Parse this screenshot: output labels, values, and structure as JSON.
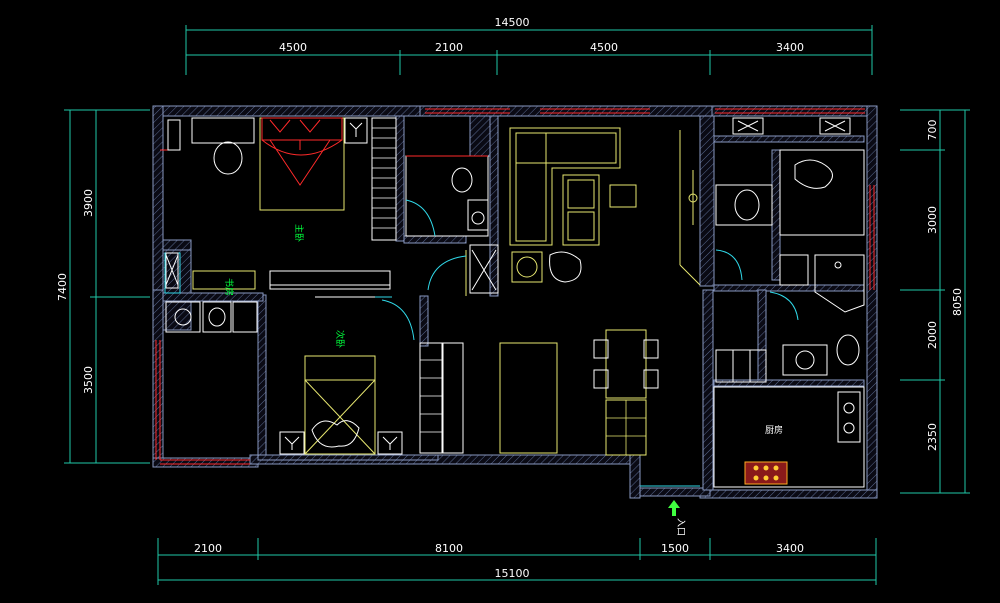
{
  "colors": {
    "background": "#000000",
    "dimension_line": "#1fc8a8",
    "dimension_text": "#ffffff",
    "wall": "#8898c0",
    "furniture": "#e8e870",
    "room_label": "#00ff3c",
    "window_red": "#ff2a2a",
    "door_cyan": "#30d8e8"
  },
  "dimensions": {
    "top_total": "14500",
    "top_segments": [
      "4500",
      "2100",
      "4500",
      "3400"
    ],
    "bottom_total": "15100",
    "bottom_segments": [
      "2100",
      "8100",
      "1500",
      "3400"
    ],
    "left_total": "7400",
    "left_segments": [
      "3900",
      "3500"
    ],
    "right_total": "8050",
    "right_segments": [
      "700",
      "3000",
      "2000",
      "2350"
    ]
  },
  "rooms": {
    "master_bedroom": "主卧",
    "second_bedroom": "次卧",
    "study": "书房",
    "kitchen": "厨房",
    "entrance": "入口"
  },
  "icons": {
    "entrance_arrow": "arrow-up-icon"
  }
}
